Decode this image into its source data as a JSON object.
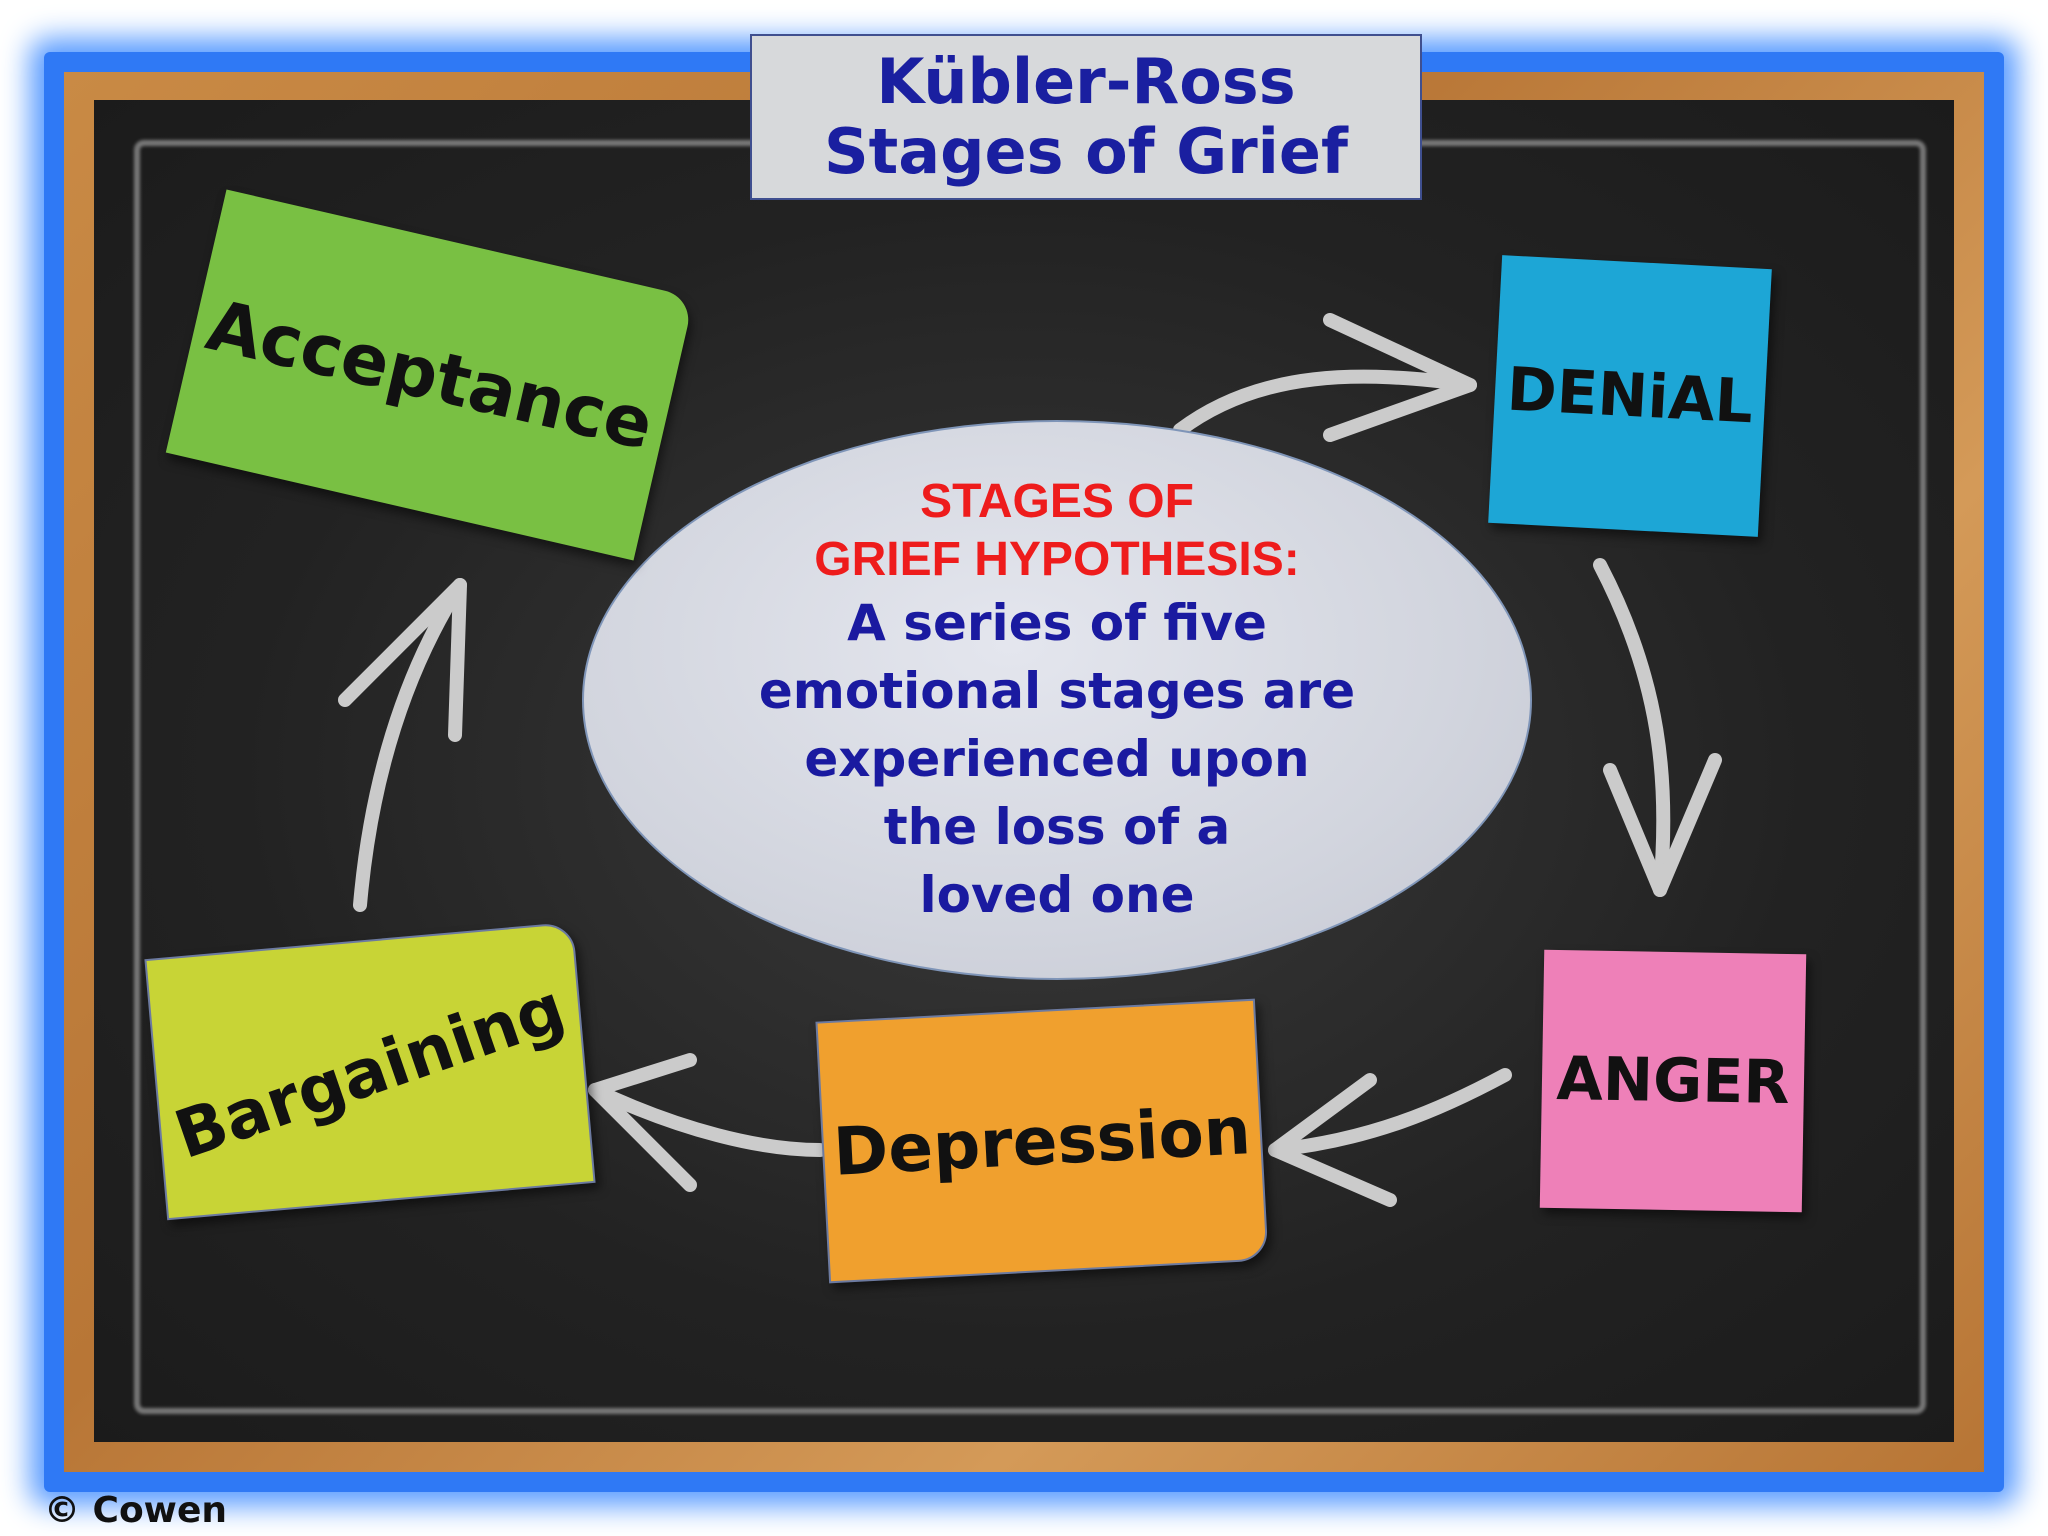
{
  "title": {
    "line1": "Kübler-Ross",
    "line2": "Stages of Grief"
  },
  "center": {
    "header_line1": "STAGES OF",
    "header_line2": "GRIEF HYPOTHESIS:",
    "body_line1": "A series of five",
    "body_line2": "emotional stages are",
    "body_line3": "experienced upon",
    "body_line4": "the loss of a",
    "body_line5": "loved one"
  },
  "stages": {
    "denial": "DENiAL",
    "anger": "ANGER",
    "depression": "Depression",
    "bargaining": "Bargaining",
    "acceptance": "Acceptance"
  },
  "colors": {
    "acceptance": "#79c043",
    "denial": "#1da6d6",
    "anger": "#ee80b8",
    "depression": "#f0a02e",
    "bargaining": "#c8d436",
    "title_text": "#1a1fa0",
    "header_text": "#ee1c1c"
  },
  "footer": {
    "copyright": "© Cowen"
  }
}
